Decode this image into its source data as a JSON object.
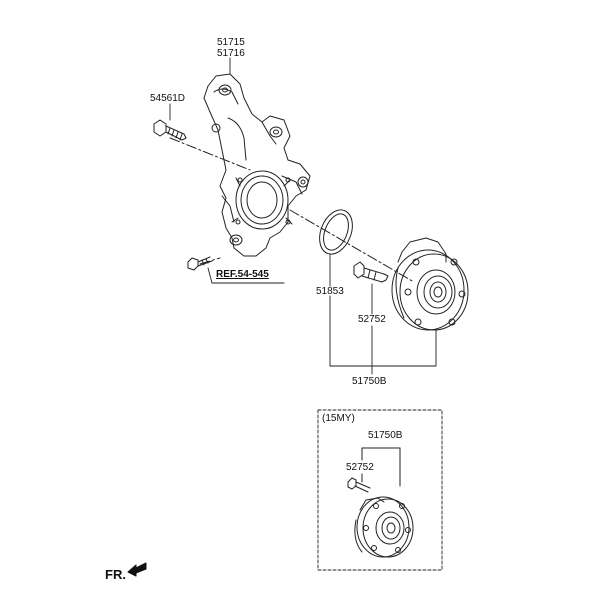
{
  "diagram": {
    "labels": {
      "knuckle_part_1": "51715",
      "knuckle_part_2": "51716",
      "bolt": "54561D",
      "ref": "REF.54-545",
      "snap_ring": "51853",
      "hub_bolt": "52752",
      "hub_assy": "51750B"
    },
    "inset": {
      "year_tag": "(15MY)",
      "hub_assy": "51750B",
      "hub_bolt": "52752"
    },
    "direction": "FR."
  }
}
